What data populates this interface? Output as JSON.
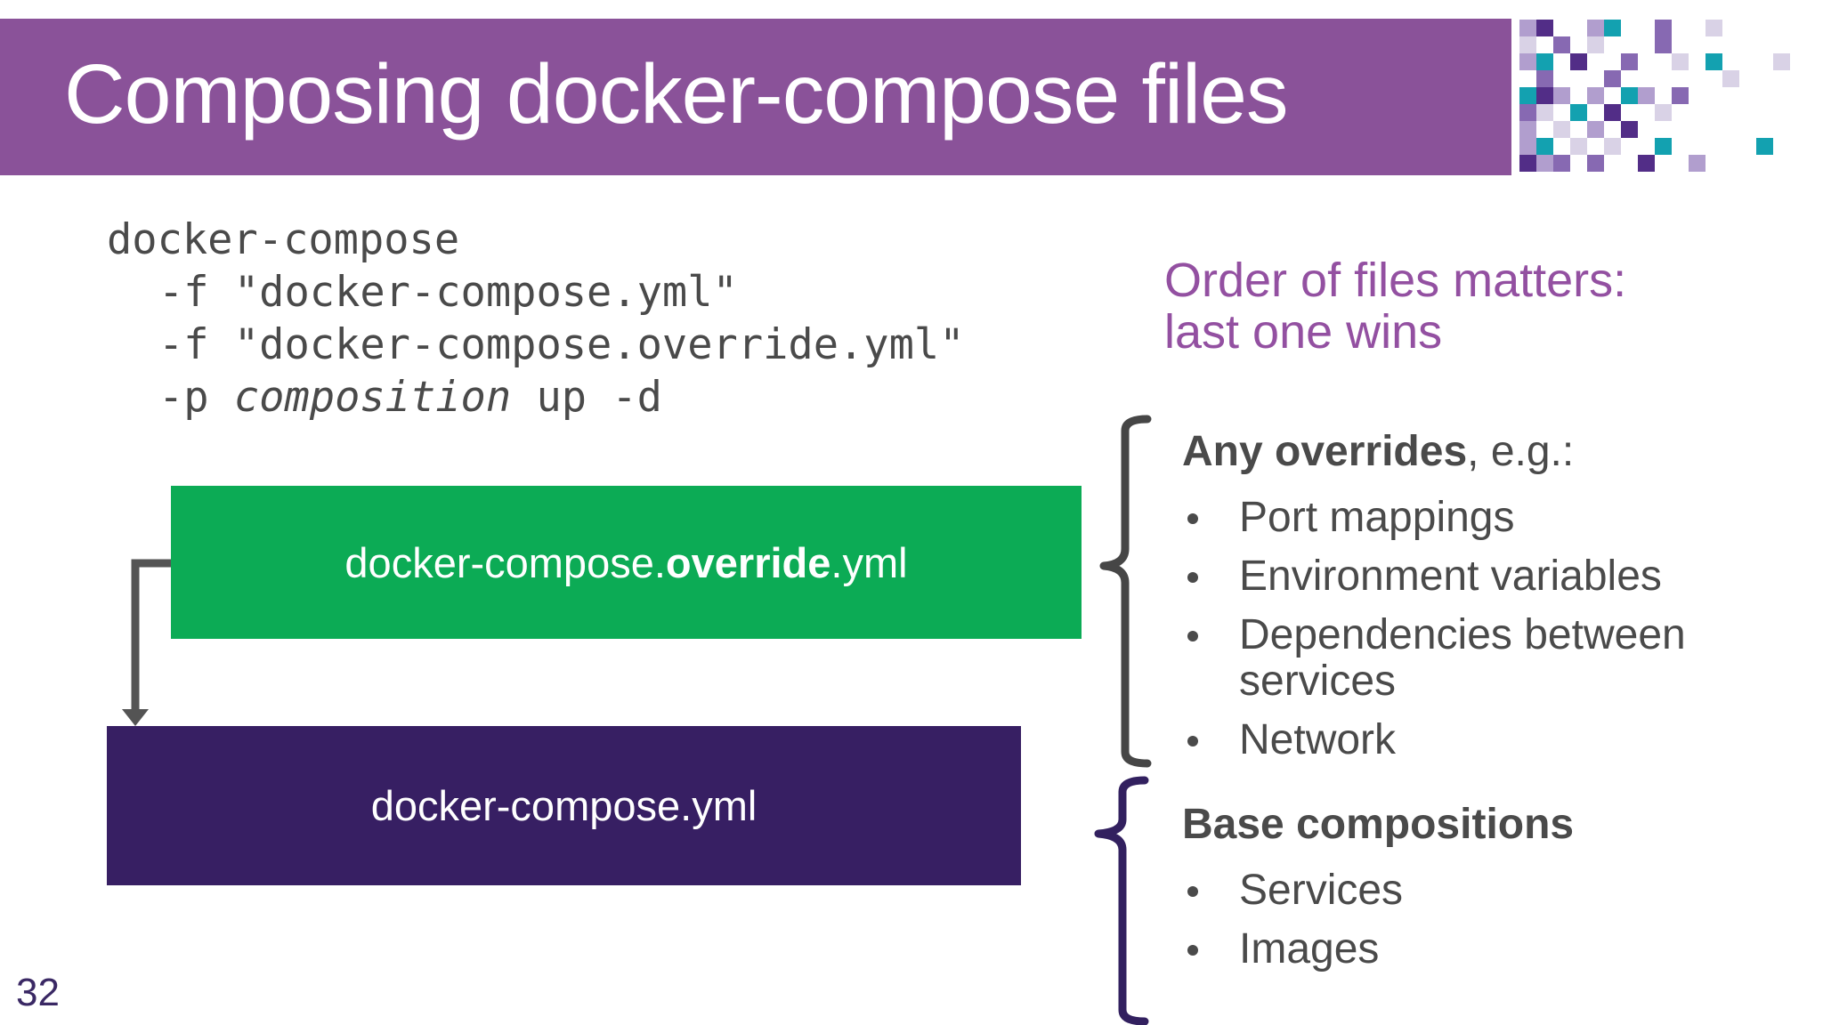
{
  "slide": {
    "title": "Composing docker-compose files",
    "page_number": "32",
    "text_color": "#4a4a4a"
  },
  "header": {
    "bar_color": "#8a5299",
    "mosaic": {
      "palette": {
        "L": "#b19ece",
        "D": "#522d87",
        "M": "#8769b2",
        "P": "#d9d2e6",
        "T": "#13a1b0"
      },
      "rows": [
        "LD..LT..M..P....",
        "P.M.P...M.......",
        "LT.D..M..P.T...P",
        ".M...M......P...",
        "TDL.L.TL.M......",
        "MP.T.D..P.......",
        "L.P.L.D.........",
        "LT.P.P..T.....T.",
        "DLM.M..D..L....."
      ]
    }
  },
  "code": {
    "line1": "docker-compose",
    "line2": "-f \"docker-compose.yml\"",
    "line3": "-f \"docker-compose.override.yml\"",
    "line4_prefix": "-p ",
    "line4_italic": "composition",
    "line4_suffix": " up -d"
  },
  "note": {
    "line1": "Order of files matters:",
    "line2": "last one wins",
    "color": "#9350a1"
  },
  "diagram": {
    "arrow_color": "#545454",
    "override_box": {
      "prefix": "docker-compose.",
      "bold": "override",
      "suffix": ".yml",
      "color": "#0cab55"
    },
    "base_box": {
      "label": "docker-compose.yml",
      "color": "#371f63"
    }
  },
  "overrides_list": {
    "title_bold": "Any overrides",
    "title_rest": ", e.g.:",
    "brace_color": "#464646",
    "items": [
      "Port mappings",
      "Environment variables",
      "Dependencies between services",
      "Network"
    ]
  },
  "base_list": {
    "title_bold": "Base compositions",
    "brace_color": "#32205f",
    "items": [
      "Services",
      "Images"
    ]
  },
  "page": {
    "number_color": "#3a2864"
  }
}
